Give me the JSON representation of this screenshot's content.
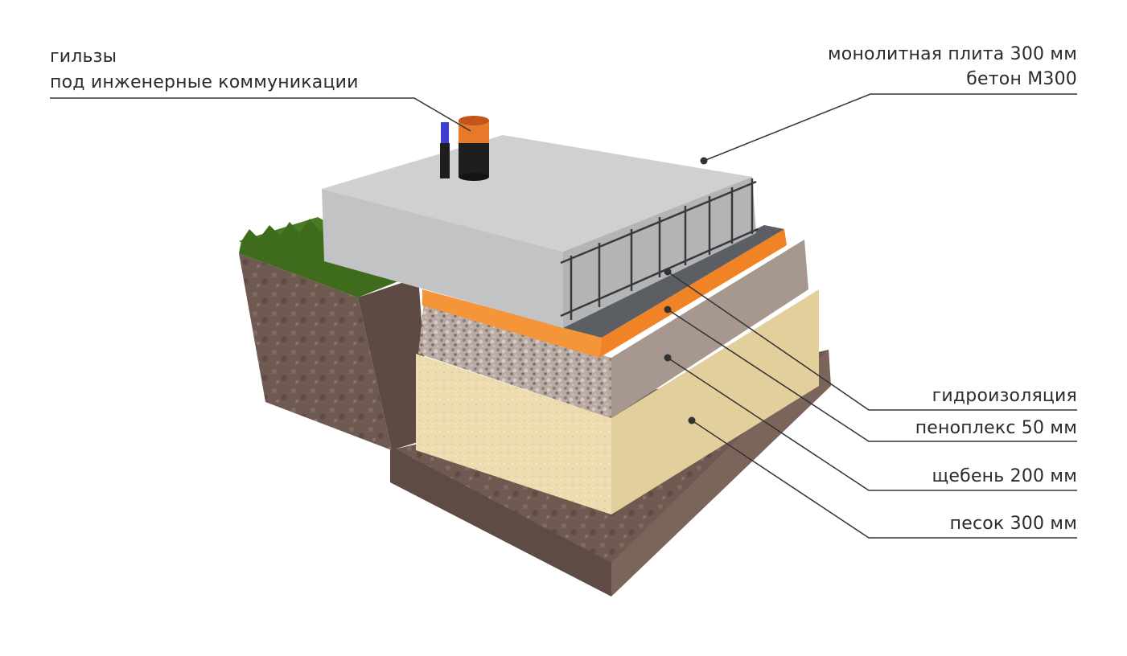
{
  "labels": {
    "sleeves_line1": "гильзы",
    "sleeves_line2": "под инженерные коммуникации",
    "slab_line1": "монолитная плита 300 мм",
    "slab_line2": "бетон М300",
    "waterproofing": "гидроизоляция",
    "penoplex": "пеноплекс 50 мм",
    "gravel": "щебень 200 мм",
    "sand": "песок 300 мм"
  },
  "colors": {
    "concrete": "#c9cacb",
    "insulation": "#f0892a",
    "waterproofing": "#5b5e63",
    "gravel": "#b9aba3",
    "sand": "#ecdcb0",
    "soil": "#6f5a52",
    "grass": "#4a7a22",
    "pipe_orange": "#e8782a",
    "pipe_blue": "#3d3dd0",
    "leader": "#333333"
  }
}
